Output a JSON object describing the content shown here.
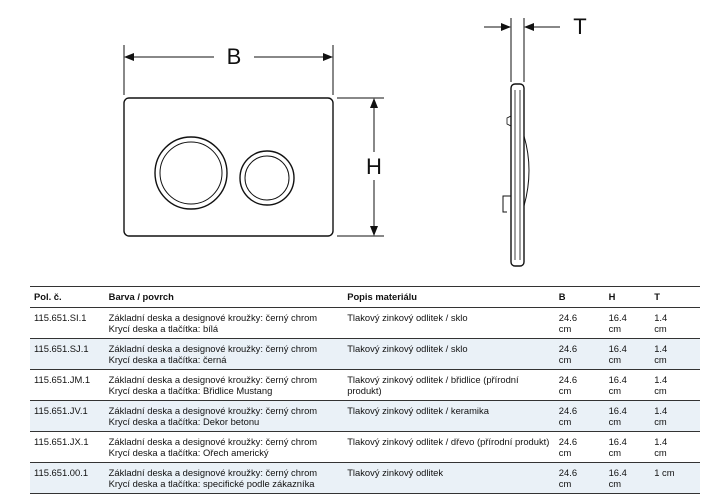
{
  "drawing": {
    "label_b": "B",
    "label_h": "H",
    "label_t": "T"
  },
  "table": {
    "headers": {
      "pol": "Pol. č.",
      "barva": "Barva / povrch",
      "popis": "Popis materiálu",
      "b": "B",
      "h": "H",
      "t": "T"
    },
    "rows": [
      {
        "pol": "115.651.SI.1",
        "barva1": "Základní deska a designové kroužky: černý chrom",
        "barva2": "Krycí deska a tlačítka: bílá",
        "popis": "Tlakový zinkový odlitek / sklo",
        "b1": "24.6",
        "b2": "cm",
        "h1": "16.4",
        "h2": "cm",
        "t1": "1.4",
        "t2": "cm"
      },
      {
        "pol": "115.651.SJ.1",
        "barva1": "Základní deska a designové kroužky: černý chrom",
        "barva2": "Krycí deska a tlačítka: černá",
        "popis": "Tlakový zinkový odlitek / sklo",
        "b1": "24.6",
        "b2": "cm",
        "h1": "16.4",
        "h2": "cm",
        "t1": "1.4",
        "t2": "cm"
      },
      {
        "pol": "115.651.JM.1",
        "barva1": "Základní deska a designové kroužky: černý chrom",
        "barva2": "Krycí deska a tlačítka: Břidlice Mustang",
        "popis": "Tlakový zinkový odlitek / břidlice (přírodní produkt)",
        "b1": "24.6",
        "b2": "cm",
        "h1": "16.4",
        "h2": "cm",
        "t1": "1.4",
        "t2": "cm"
      },
      {
        "pol": "115.651.JV.1",
        "barva1": "Základní deska a designové kroužky: černý chrom",
        "barva2": "Krycí deska a tlačítka: Dekor betonu",
        "popis": "Tlakový zinkový odlitek / keramika",
        "b1": "24.6",
        "b2": "cm",
        "h1": "16.4",
        "h2": "cm",
        "t1": "1.4",
        "t2": "cm"
      },
      {
        "pol": "115.651.JX.1",
        "barva1": "Základní deska a designové kroužky: černý chrom",
        "barva2": "Krycí deska a tlačítka: Ořech americký",
        "popis": "Tlakový zinkový odlitek / dřevo (přírodní produkt)",
        "b1": "24.6",
        "b2": "cm",
        "h1": "16.4",
        "h2": "cm",
        "t1": "1.4",
        "t2": "cm"
      },
      {
        "pol": "115.651.00.1",
        "barva1": "Základní deska a designové kroužky: černý chrom",
        "barva2": "Krycí deska a tlačítka: specifické podle zákazníka",
        "popis": "Tlakový zinkový odlitek",
        "b1": "24.6",
        "b2": "cm",
        "h1": "16.4",
        "h2": "cm",
        "t1": "1 cm",
        "t2": ""
      }
    ]
  }
}
